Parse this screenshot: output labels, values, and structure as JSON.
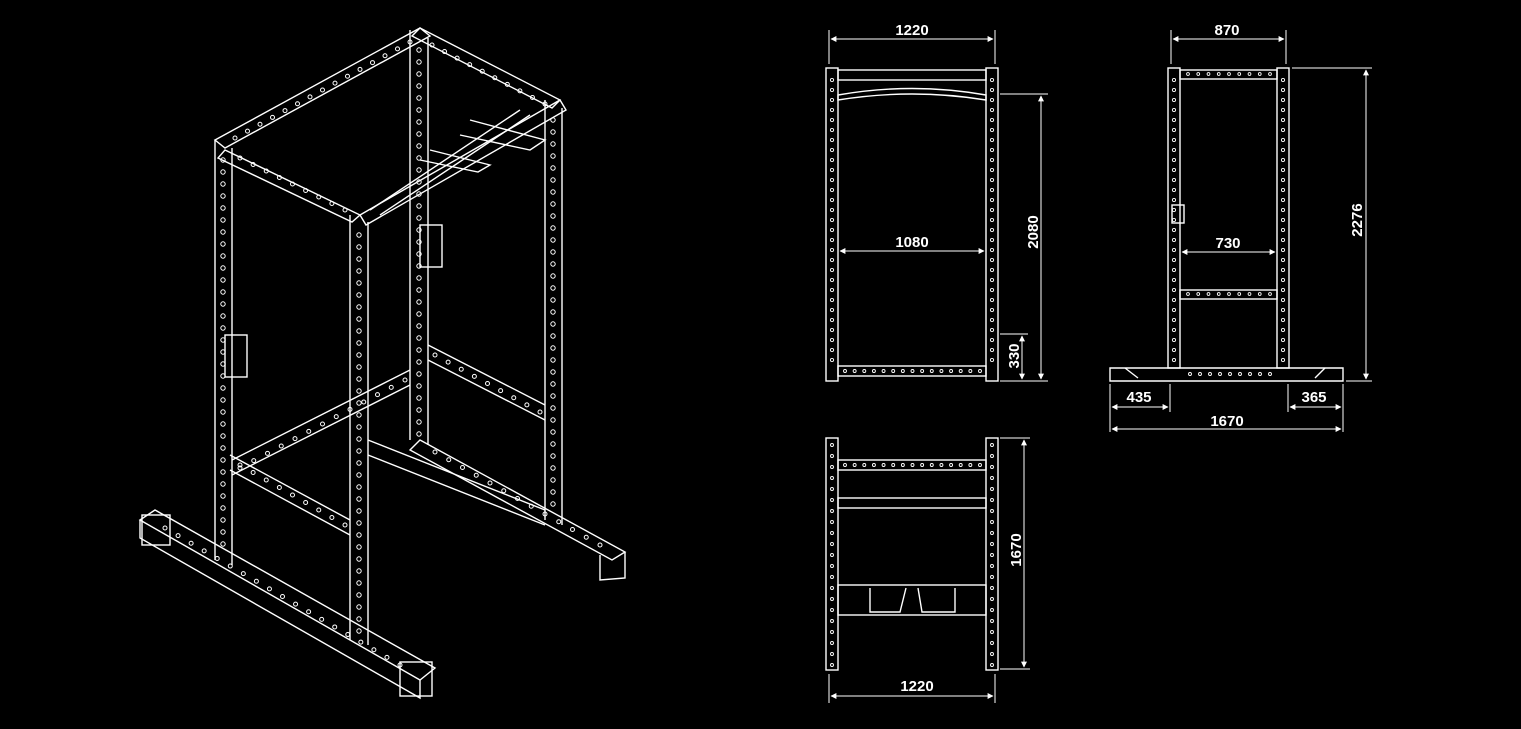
{
  "colors": {
    "background": "#000000",
    "line": "#ffffff"
  },
  "front_view": {
    "outer_width": "1220",
    "inner_width": "1080",
    "height": "2080",
    "bottom_offset": "330"
  },
  "side_view": {
    "top_width": "870",
    "inner_width": "730",
    "total_height": "2276",
    "left_foot": "435",
    "right_foot": "365",
    "base_length": "1670"
  },
  "top_view": {
    "depth": "1670",
    "width": "1220"
  }
}
